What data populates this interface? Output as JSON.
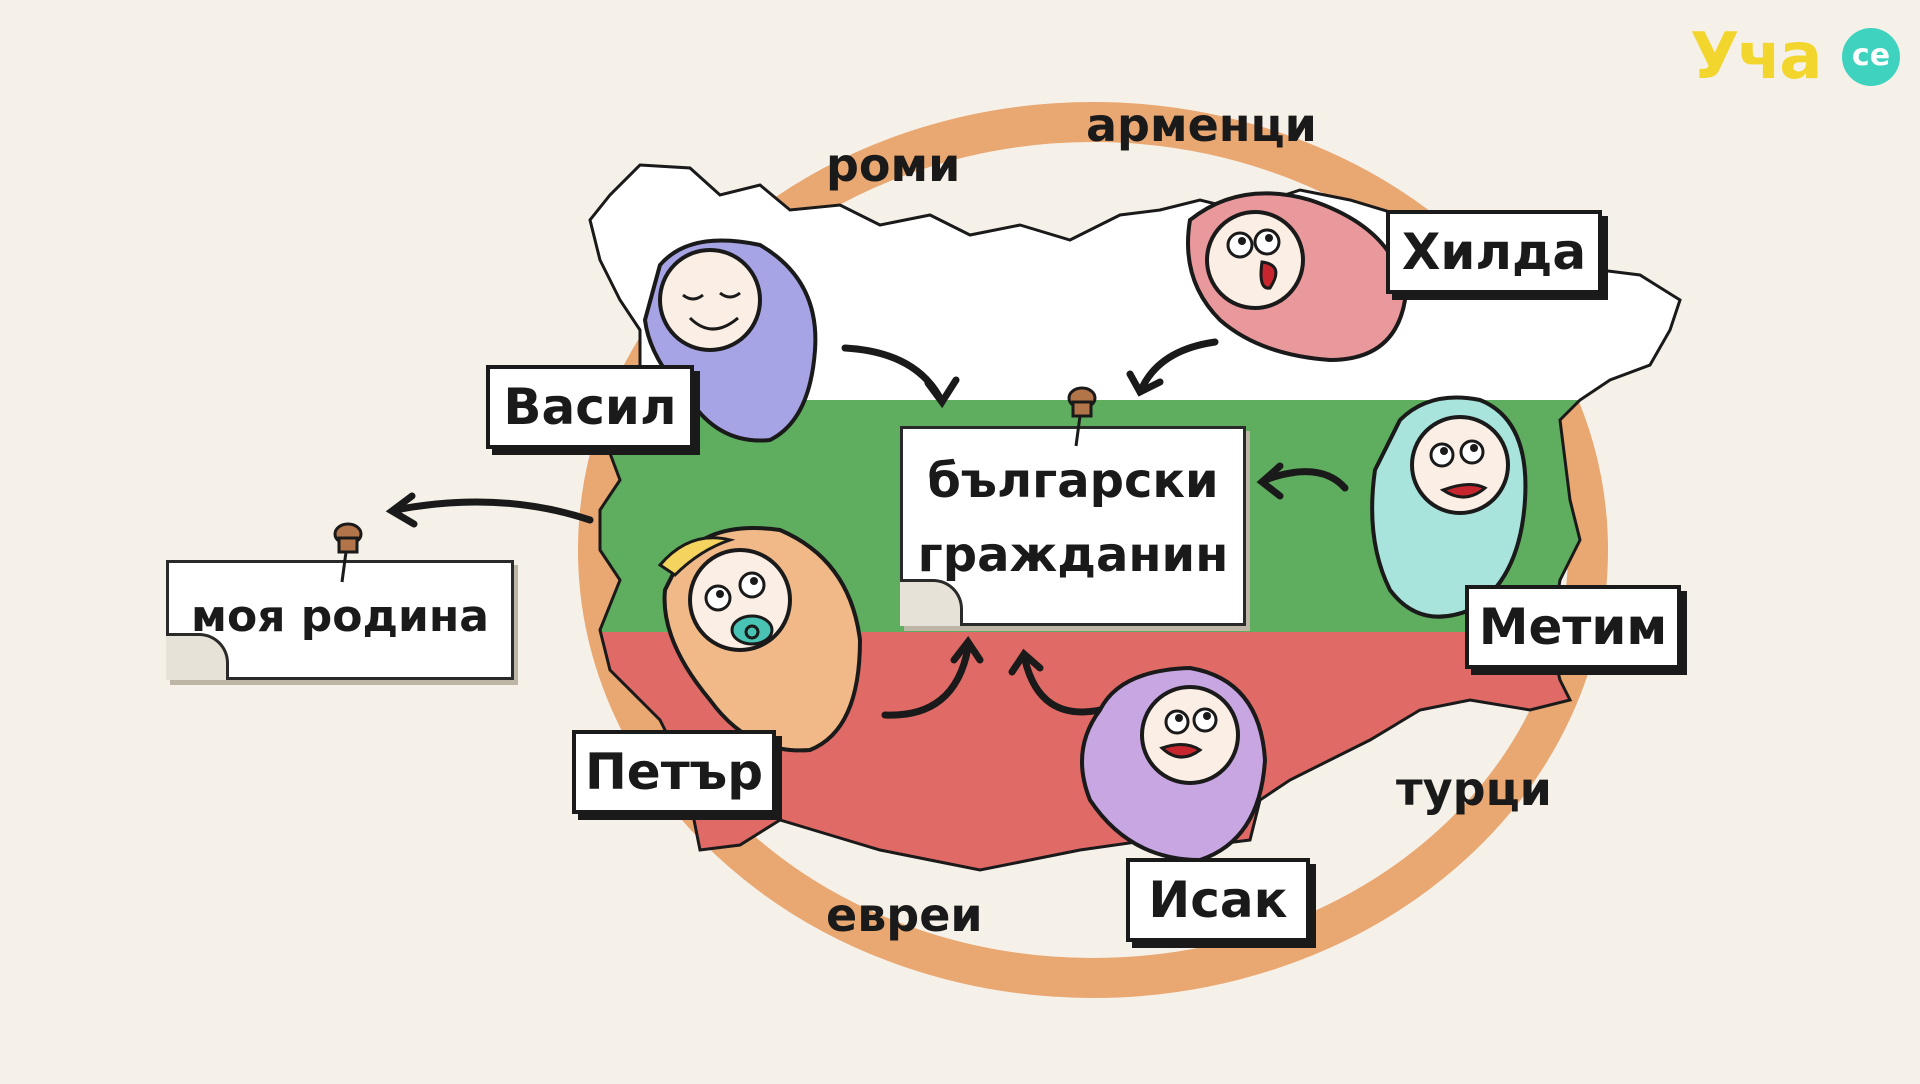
{
  "logo": {
    "text": "Уча",
    "badge": "се"
  },
  "ring_labels": {
    "top_left": "роми",
    "top_right": "арменци",
    "bottom_right": "турци",
    "bottom_left": "евреи"
  },
  "names": {
    "vasil": "Васил",
    "hilda": "Хилда",
    "metim": "Метим",
    "petar": "Петър",
    "isak": "Исак"
  },
  "notes": {
    "center_line1": "български",
    "center_line2": "гражданин",
    "left": "моя родина"
  },
  "colors": {
    "flag_white": "#ffffff",
    "flag_green": "#5fad5e",
    "flag_red": "#e06a66",
    "ring": "#e9a772",
    "baby_vasil": "#a7a4e6",
    "baby_hilda": "#e9999c",
    "baby_metim": "#a8e3dc",
    "baby_petar": "#f1b988",
    "baby_isak": "#c7a6e2"
  }
}
